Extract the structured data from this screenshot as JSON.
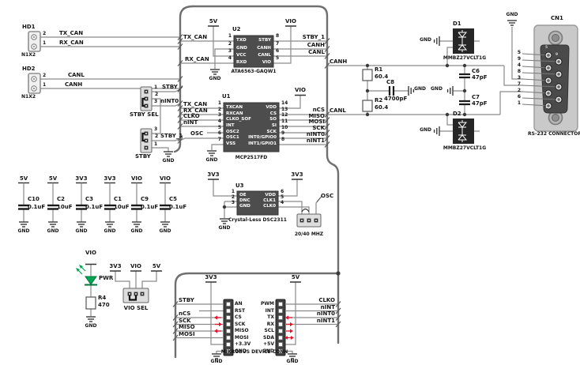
{
  "colors": {
    "wire": "#8a8a8a",
    "bus": "#6f6f6f",
    "chip_fill": "#4d4d4d",
    "chip_text": "#ffffff",
    "text": "#141414",
    "arrow_red": "#e8112d",
    "led_green": "#00a651",
    "connector_body": "#c9c9c9",
    "connector_face": "#4a4a4a",
    "component_dark": "#262626"
  },
  "hd1": {
    "ref": "HD1",
    "part": "N1X2",
    "pin2": "2",
    "pin1": "1",
    "net_top": "TX_CAN",
    "net_bottom": "RX_CAN"
  },
  "hd2": {
    "ref": "HD2",
    "part": "N1X2",
    "pin2": "2",
    "pin1": "1",
    "net_top": "CANL",
    "net_bottom": "CANH"
  },
  "u2": {
    "ref": "U2",
    "part": "ATA6563-GAQW1",
    "rail_left": "5V",
    "rail_right": "VIO",
    "gnd": "GND",
    "pins_left": [
      {
        "n": "1",
        "name": "TXD"
      },
      {
        "n": "2",
        "name": "GND"
      },
      {
        "n": "3",
        "name": "VCC"
      },
      {
        "n": "4",
        "name": "RXD"
      }
    ],
    "pins_right": [
      {
        "n": "8",
        "name": "STBY"
      },
      {
        "n": "7",
        "name": "CANH"
      },
      {
        "n": "6",
        "name": "CANL"
      },
      {
        "n": "5",
        "name": "VIO"
      }
    ],
    "nets_left": [
      "TX_CAN",
      "RX_CAN"
    ],
    "nets_right": [
      "STBY_1",
      "CANH",
      "CANL"
    ]
  },
  "stby_sel": {
    "label": "STBY SEL",
    "pins": [
      "1",
      "2",
      "3"
    ],
    "net_pin1": "STBY",
    "net_pin3": "nINT0"
  },
  "stby_jp": {
    "label": "STBY",
    "pins": [
      "3",
      "2",
      "1"
    ],
    "net_pin2": "STBY_1",
    "gnd": "GND"
  },
  "u1": {
    "ref": "U1",
    "part": "MCP2517FD",
    "rail_right": "VIO",
    "gnd": "GND",
    "pins_left": [
      {
        "n": "1",
        "name": "TXCAN"
      },
      {
        "n": "2",
        "name": "RXCAN"
      },
      {
        "n": "3",
        "name": "CLKO_SOF"
      },
      {
        "n": "4",
        "name": "INT"
      },
      {
        "n": "5",
        "name": "OSC2"
      },
      {
        "n": "6",
        "name": "OSC1"
      },
      {
        "n": "7",
        "name": "VSS"
      }
    ],
    "pins_right": [
      {
        "n": "14",
        "name": "VDD"
      },
      {
        "n": "13",
        "name": "CS"
      },
      {
        "n": "12",
        "name": "SO"
      },
      {
        "n": "11",
        "name": "SI"
      },
      {
        "n": "10",
        "name": "SCK"
      },
      {
        "n": "9",
        "name": "INT0/GPIO0"
      },
      {
        "n": "8",
        "name": "INT1/GPIO1"
      }
    ],
    "nets_left": [
      "TX_CAN",
      "RX_CAN",
      "CLKO",
      "nINT"
    ],
    "net_osc": "OSC",
    "nets_right": [
      "nCS",
      "MISO",
      "MOSI",
      "SCK",
      "nINT0",
      "nINT1"
    ]
  },
  "term": {
    "canh": "CANH",
    "canl": "CANL",
    "r1": {
      "ref": "R1",
      "value": "60.4"
    },
    "r2": {
      "ref": "R2",
      "value": "60.4"
    },
    "c8": {
      "ref": "C8",
      "value": "4700pF",
      "gnd": "GND"
    },
    "mid_gnd": "GND",
    "c6": {
      "ref": "C6",
      "value": "47pF"
    },
    "c7": {
      "ref": "C7",
      "value": "47pF"
    },
    "d1": {
      "ref": "D1",
      "part": "MMBZ27VCLT1G",
      "gnd": "GND"
    },
    "d2": {
      "ref": "D2",
      "part": "MMBZ27VCLT1G",
      "gnd": "GND"
    }
  },
  "cn1": {
    "ref": "CN1",
    "label": "RS-232 CONNECTOR",
    "gnd": "GND",
    "pin_numbers": [
      "5",
      "9",
      "4",
      "8",
      "3",
      "7",
      "2",
      "6",
      "1"
    ],
    "face_labels": [
      "5",
      "9",
      "1",
      "6"
    ]
  },
  "u3": {
    "ref": "U3",
    "part": "Crystal-Less DSC2311",
    "rail_left": "3V3",
    "rail_right": "3V3",
    "gnd": "GND",
    "pins_left": [
      {
        "n": "1",
        "name": "OE"
      },
      {
        "n": "2",
        "name": "DNC"
      },
      {
        "n": "3",
        "name": "GND"
      }
    ],
    "pins_right": [
      {
        "n": "6",
        "name": "VDD"
      },
      {
        "n": "5",
        "name": "CLK1"
      },
      {
        "n": "4",
        "name": "CLK0"
      }
    ],
    "net_osc": "OSC",
    "jumper_label": "20/40 MHZ"
  },
  "caps": [
    {
      "ref": "C10",
      "value": "0.1uF",
      "rail": "5V",
      "gnd": "GND"
    },
    {
      "ref": "C2",
      "value": "10uF",
      "rail": "5V",
      "gnd": "GND"
    },
    {
      "ref": "C3",
      "value": "0.1uF",
      "rail": "3V3",
      "gnd": "GND"
    },
    {
      "ref": "C1",
      "value": "10uF",
      "rail": "3V3",
      "gnd": "GND"
    },
    {
      "ref": "C9",
      "value": "0.1uF",
      "rail": "VIO",
      "gnd": "GND"
    },
    {
      "ref": "C5",
      "value": "0.1uF",
      "rail": "VIO",
      "gnd": "GND"
    }
  ],
  "led": {
    "rail": "VIO",
    "label": "PWR",
    "r_ref": "R4",
    "r_value": "470",
    "gnd": "GND"
  },
  "vio_sel": {
    "label": "VIO SEL",
    "rail_left": "3V3",
    "rail_mid": "VIO",
    "rail_right": "5V"
  },
  "mikrobus": {
    "label": "MIKROBUS DEVICE CONN",
    "rail_left": "3V3",
    "rail_right": "5V",
    "gnd_left": "GND",
    "gnd_right": "GND",
    "pins_left": [
      "AN",
      "RST",
      "CS",
      "SCK",
      "MISO",
      "MOSI",
      "+3.3V",
      "GND"
    ],
    "pins_right": [
      "PWM",
      "INT",
      "TX",
      "RX",
      "SCL",
      "SDA",
      "+5V",
      "GND"
    ],
    "nets_left": [
      "STBY",
      "nCS",
      "SCK",
      "MISO",
      "MOSI"
    ],
    "nets_right": [
      "CLKO",
      "nINT",
      "nINT0",
      "nINT1"
    ]
  }
}
